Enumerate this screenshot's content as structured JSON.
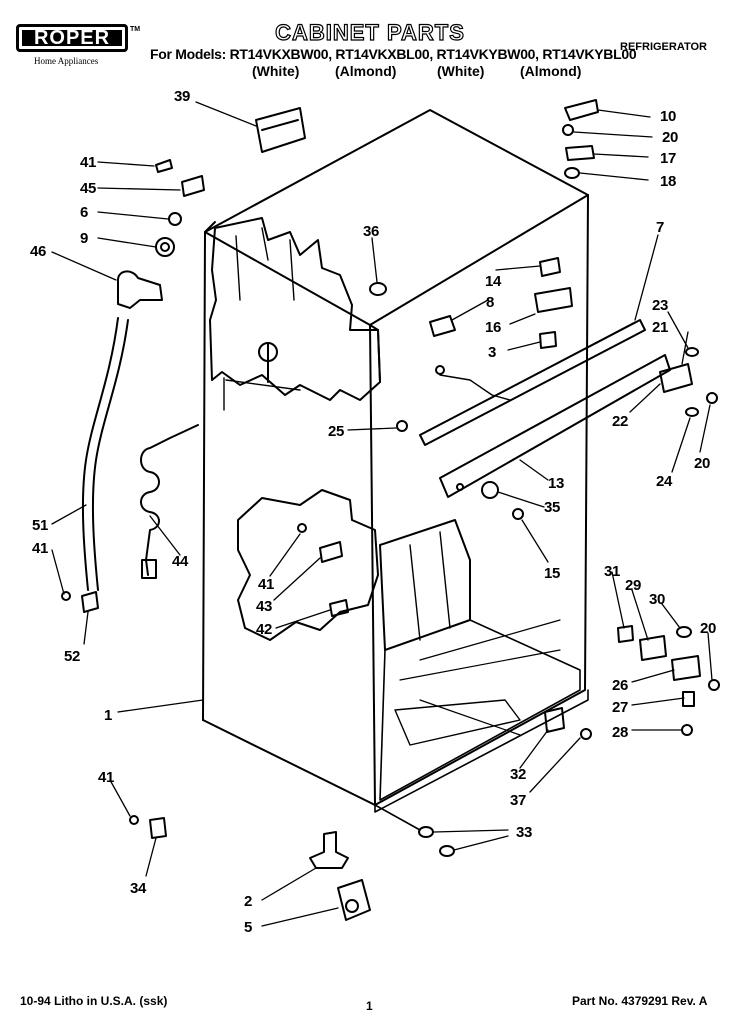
{
  "header": {
    "brand": "ROPER",
    "brand_tagline": "Home Appliances",
    "trademark": "TM",
    "title": "CABINET PARTS",
    "models": "For Models: RT14VKXBW00, RT14VKXBL00, RT14VKYBW00, RT14VKYBL00",
    "colors": [
      "(White)",
      "(Almond)",
      "(White)",
      "(Almond)"
    ],
    "category": "REFRIGERATOR"
  },
  "callouts": [
    "39",
    "41",
    "45",
    "6",
    "9",
    "46",
    "51",
    "41",
    "52",
    "44",
    "36",
    "14",
    "8",
    "16",
    "3",
    "7",
    "10",
    "20",
    "17",
    "18",
    "23",
    "21",
    "22",
    "24",
    "20",
    "25",
    "13",
    "35",
    "15",
    "41",
    "43",
    "42",
    "1",
    "31",
    "29",
    "30",
    "20",
    "26",
    "27",
    "28",
    "32",
    "37",
    "33",
    "41",
    "34",
    "2",
    "5"
  ],
  "footer": {
    "litho": "10-94 Litho in U.S.A. (ssk)",
    "page_number": "1",
    "part_number": "Part No. 4379291 Rev. A"
  }
}
